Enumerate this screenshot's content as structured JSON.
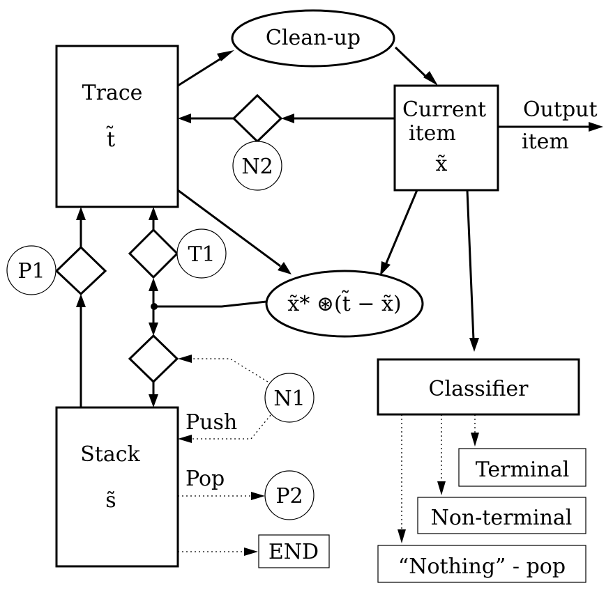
{
  "nodes": {
    "trace": {
      "label": "Trace",
      "symbol": "t̃"
    },
    "stack": {
      "label": "Stack",
      "symbol": "s̃"
    },
    "cleanup": {
      "label": "Clean-up"
    },
    "current": {
      "line1": "Current",
      "line2": "item",
      "symbol": "x̃"
    },
    "output": {
      "line1": "Output",
      "line2": "item"
    },
    "combine": {
      "label": "x̃* ⊛(t̃ − x̃)"
    },
    "classifier": {
      "label": "Classifier"
    },
    "terminal": {
      "label": "Terminal"
    },
    "nonterminal": {
      "label": "Non-terminal"
    },
    "nothing": {
      "label": "“Nothing” - pop"
    },
    "end": {
      "label": "END"
    }
  },
  "controls": {
    "n1": "N1",
    "n2": "N2",
    "p1": "P1",
    "p2": "P2",
    "t1": "T1"
  },
  "edge_labels": {
    "push": "Push",
    "pop": "Pop"
  }
}
